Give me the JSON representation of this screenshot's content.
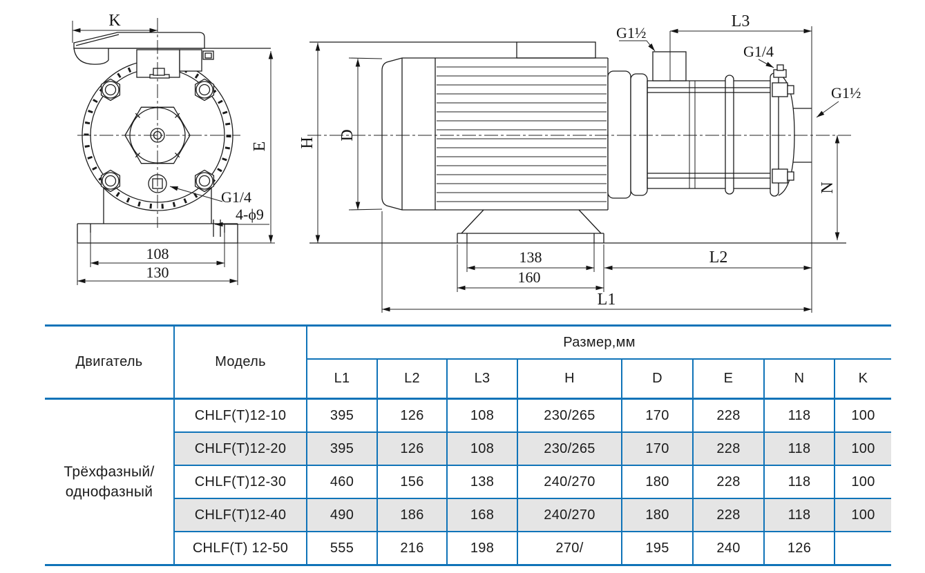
{
  "drawing": {
    "front": {
      "k": "K",
      "e": "E",
      "g14": "G1/4",
      "holes": "4-ϕ9",
      "d108": "108",
      "d130": "130"
    },
    "side": {
      "g112_top": "G1½",
      "l3": "L3",
      "g14": "G1/4",
      "g112_right": "G1½",
      "h": "H",
      "d": "D",
      "n": "N",
      "d138": "138",
      "d160": "160",
      "l2": "L2",
      "l1": "L1"
    }
  },
  "table": {
    "headers": {
      "motor": "Двигатель",
      "model": "Модель",
      "size_group": "Размер,мм",
      "size_columns": [
        "L1",
        "L2",
        "L3",
        "H",
        "D",
        "E",
        "N",
        "K"
      ]
    },
    "motor": {
      "line1": "Трёхфазный/",
      "line2": "однофазный"
    },
    "rows": [
      {
        "model": "CHLF(T)12-10",
        "values": [
          "395",
          "126",
          "108",
          "230/265",
          "170",
          "228",
          "118",
          "100"
        ]
      },
      {
        "model": "CHLF(T)12-20",
        "values": [
          "395",
          "126",
          "108",
          "230/265",
          "170",
          "228",
          "118",
          "100"
        ]
      },
      {
        "model": "CHLF(T)12-30",
        "values": [
          "460",
          "156",
          "138",
          "240/270",
          "180",
          "228",
          "118",
          "100"
        ]
      },
      {
        "model": "CHLF(T)12-40",
        "values": [
          "490",
          "186",
          "168",
          "240/270",
          "180",
          "228",
          "118",
          "100"
        ]
      },
      {
        "model": "CHLF(T) 12-50",
        "values": [
          "555",
          "216",
          "198",
          "270/",
          "195",
          "240",
          "126",
          ""
        ]
      }
    ],
    "colors": {
      "border": "#0f73b8",
      "shaded_row": "#e5e5e5"
    }
  }
}
